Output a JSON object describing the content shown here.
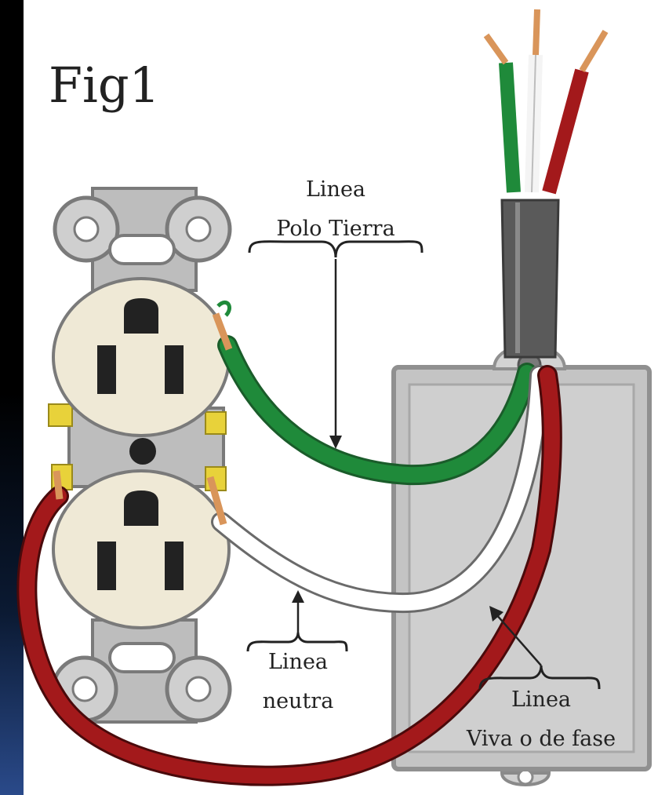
{
  "figure": {
    "title": "Fig1",
    "labels": {
      "ground_line1": "Linea",
      "ground_line2": "Polo Tierra",
      "neutral_line1": "Linea",
      "neutral_line2": "neutra",
      "hot_line1": "Linea",
      "hot_line2": "Viva o de fase"
    }
  },
  "colors": {
    "background_frame": "#000000",
    "panel": "#ffffff",
    "receptacle_face": "#efe9d6",
    "mounting_strap": "#bdbdbd",
    "junction_box": "#c9c9c9",
    "cable_jacket": "#5a5a5a",
    "ground_wire": "#1f8a3a",
    "neutral_wire": "#ffffff",
    "hot_wire": "#a3191b",
    "copper": "#d9955a",
    "terminal_screw": "#e8d23a"
  },
  "icons": [
    "duplex-receptacle-icon",
    "junction-box-icon",
    "cable-icon"
  ]
}
